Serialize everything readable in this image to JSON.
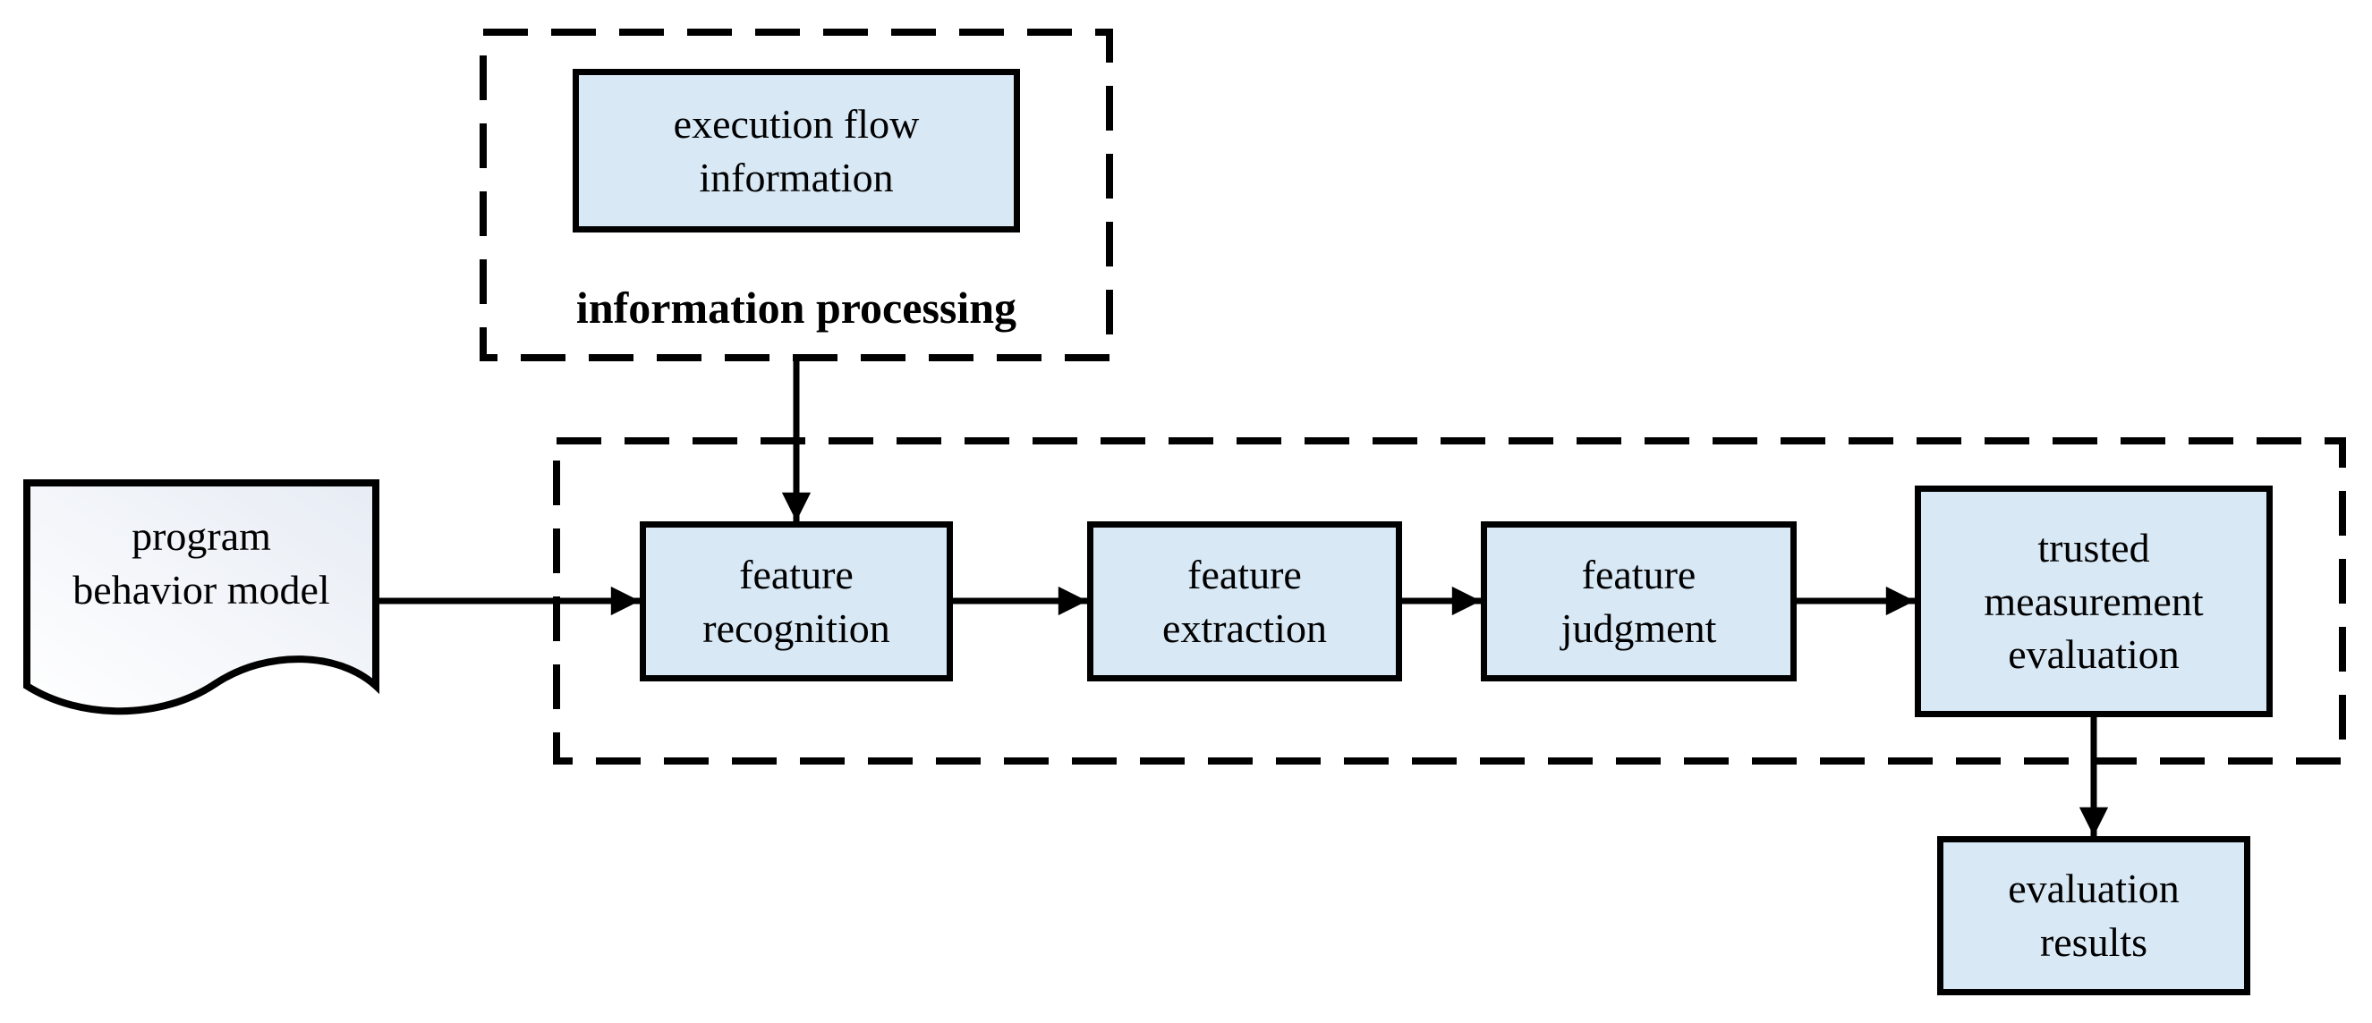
{
  "colors": {
    "background": "#ffffff",
    "node_fill": "#d8e8f5",
    "stroke": "#000000",
    "document_gradient_start": "#ffffff",
    "document_gradient_end": "#e7ecf4"
  },
  "groups": {
    "information_processing_label": "information processing"
  },
  "nodes": {
    "execution_flow_information": "execution flow\ninformation",
    "program_behavior_model": "program\nbehavior model",
    "feature_recognition": "feature\nrecognition",
    "feature_extraction": "feature\nextraction",
    "feature_judgment": "feature\njudgment",
    "trusted_measurement_evaluation": "trusted\nmeasurement\nevaluation",
    "evaluation_results": "evaluation\nresults"
  }
}
